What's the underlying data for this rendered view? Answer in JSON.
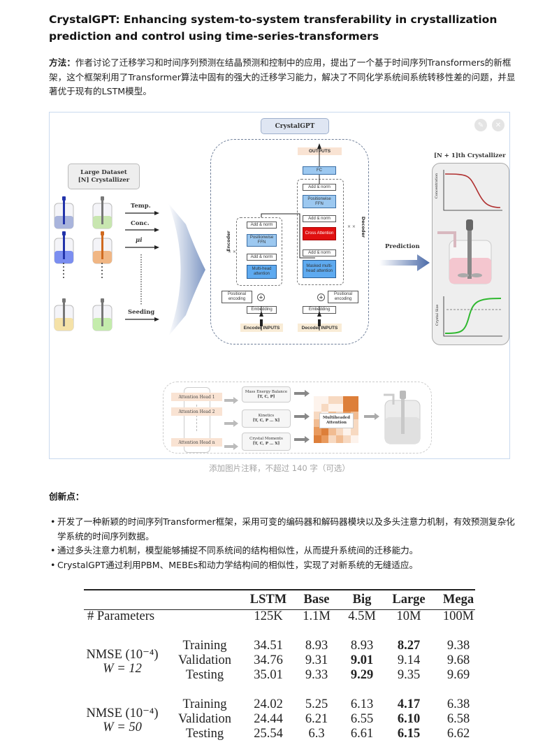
{
  "article": {
    "title": "CrystalGPT: Enhancing system-to-system transferability in crystallization prediction and control using time-series-transformers",
    "method_label": "方法：",
    "method_text": "作者讨论了迁移学习和时间序列预测在结晶预测和控制中的应用，提出了一个基于时间序列Transformers的新框架，这个框架利用了Transformer算法中固有的强大的迁移学习能力，解决了不同化学系统间系统转移性差的问题，并显著优于现有的LSTM模型。",
    "caption_placeholder": "添加图片注释，不超过 140 字（可选）",
    "innovation_label": "创新点：",
    "bullets": [
      "开发了一种新颖的时间序列Transformer框架，采用可变的编码器和解码器模块以及多头注意力机制，有效预测复杂化学系统的时间序列数据。",
      "通过多头注意力机制，模型能够捕捉不同系统间的结构相似性，从而提升系统间的迁移能力。",
      "CrystalGPT通过利用PBM、MEBEs和动力学结构间的相似性，实现了对新系统的无缝适应。"
    ]
  },
  "image_toolbar": {
    "icons": [
      "edit-icon",
      "close-icon"
    ]
  },
  "diagram": {
    "crystalgpt": "CrystalGPT",
    "dataset": "Large Dataset\n[N] Crystallizer",
    "inputs": [
      "Temp.",
      "Conc.",
      "μi",
      "Seeding"
    ],
    "vessel_colors": [
      "#a9b4dc",
      "#c8e6b0",
      "#7b8ef0",
      "#f0b684",
      "#f5e2a8",
      "#c4ecac"
    ],
    "encoder": {
      "label": "Encoder",
      "add_norm": "Add & norm",
      "ffn": "Positionwise FFN",
      "mha": "Multi-head attention",
      "pos_enc": "Positional encoding",
      "embedding": "Embedding",
      "inputs": "Encoder INPUTS",
      "repeat": "× ×"
    },
    "decoder": {
      "label": "Decoder",
      "outputs": "OUTPUTS",
      "fc": "FC",
      "add_norm": "Add & norm",
      "ffn": "Positionwise FFN",
      "cross": "Cross Attention",
      "masked": "Masked multi-head attention",
      "pos_enc": "Positional encoding",
      "embedding": "Embedding",
      "inputs": "Decoder INPUTS",
      "repeat": "× ×"
    },
    "prediction": "Prediction",
    "next_title": "[N + 1]th Crystallizer",
    "conc_axis": "Concentration",
    "size_axis": "Crystal Size",
    "heads": [
      "Attention Head 1",
      "Attention Head 2",
      "Attention Head n"
    ],
    "modules": [
      {
        "name": "Mass Energy Balance",
        "vars": "[T, C, P]"
      },
      {
        "name": "Kinetics",
        "vars": "[T, C, P … X]"
      },
      {
        "name": "Crystal Moments",
        "vars": "[T, C, P … X]"
      }
    ],
    "multihead": "Multiheaded Attention"
  },
  "table": {
    "columns": [
      "LSTM",
      "Base",
      "Big",
      "Large",
      "Mega"
    ],
    "params_label": "# Parameters",
    "params": [
      "125K",
      "1.1M",
      "4.5M",
      "10M",
      "100M"
    ],
    "groups": [
      {
        "label": "NMSE (10⁻⁴)",
        "window": "W = 12",
        "rows": [
          {
            "split": "Training",
            "values": [
              "34.51",
              "8.93",
              "8.93",
              "8.27",
              "9.38"
            ],
            "best": "Large"
          },
          {
            "split": "Validation",
            "values": [
              "34.76",
              "9.31",
              "9.01",
              "9.14",
              "9.68"
            ],
            "best": "Big"
          },
          {
            "split": "Testing",
            "values": [
              "35.01",
              "9.33",
              "9.29",
              "9.35",
              "9.69"
            ],
            "best": "Big"
          }
        ]
      },
      {
        "label": "NMSE (10⁻⁴)",
        "window": "W = 50",
        "rows": [
          {
            "split": "Training",
            "values": [
              "24.02",
              "5.25",
              "6.13",
              "4.17",
              "6.38"
            ],
            "best": "Large"
          },
          {
            "split": "Validation",
            "values": [
              "24.44",
              "6.21",
              "6.55",
              "6.10",
              "6.58"
            ],
            "best": "Large"
          },
          {
            "split": "Testing",
            "values": [
              "25.54",
              "6.3",
              "6.61",
              "6.15",
              "6.62"
            ],
            "best": "Large"
          }
        ]
      }
    ]
  }
}
